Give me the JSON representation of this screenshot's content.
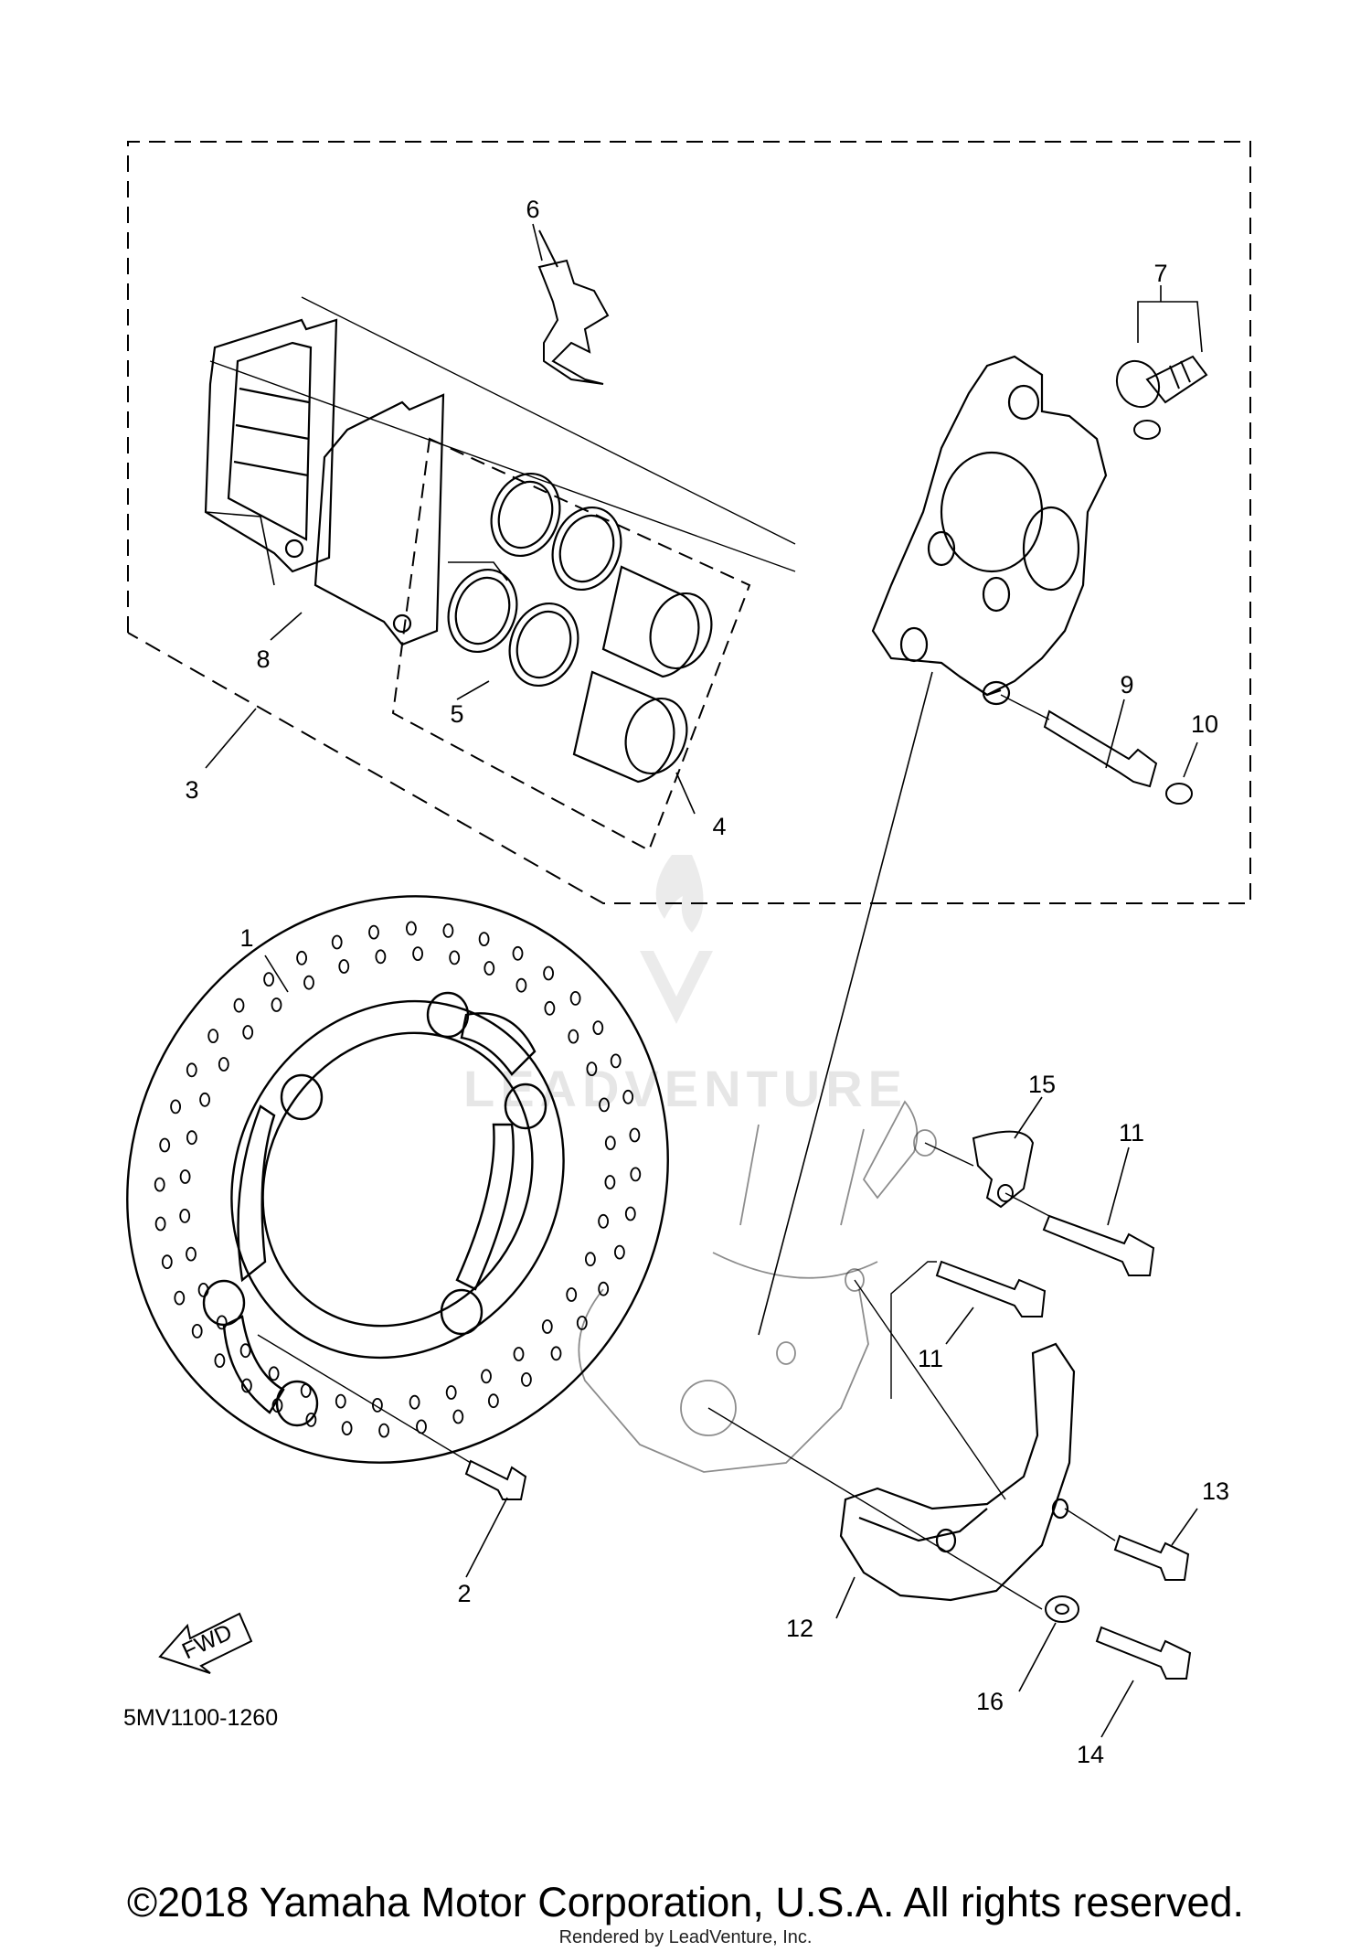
{
  "diagram": {
    "reference_code": "5MV1100-1260",
    "fwd_label": "FWD",
    "watermark": "LEADVENTURE",
    "callouts": [
      "1",
      "2",
      "3",
      "4",
      "5",
      "6",
      "7",
      "8",
      "9",
      "10",
      "11",
      "11",
      "12",
      "13",
      "14",
      "15",
      "16"
    ]
  },
  "footer": {
    "copyright": "©2018 Yamaha Motor Corporation, U.S.A. All rights reserved.",
    "rendered_by": "Rendered by LeadVenture, Inc."
  }
}
